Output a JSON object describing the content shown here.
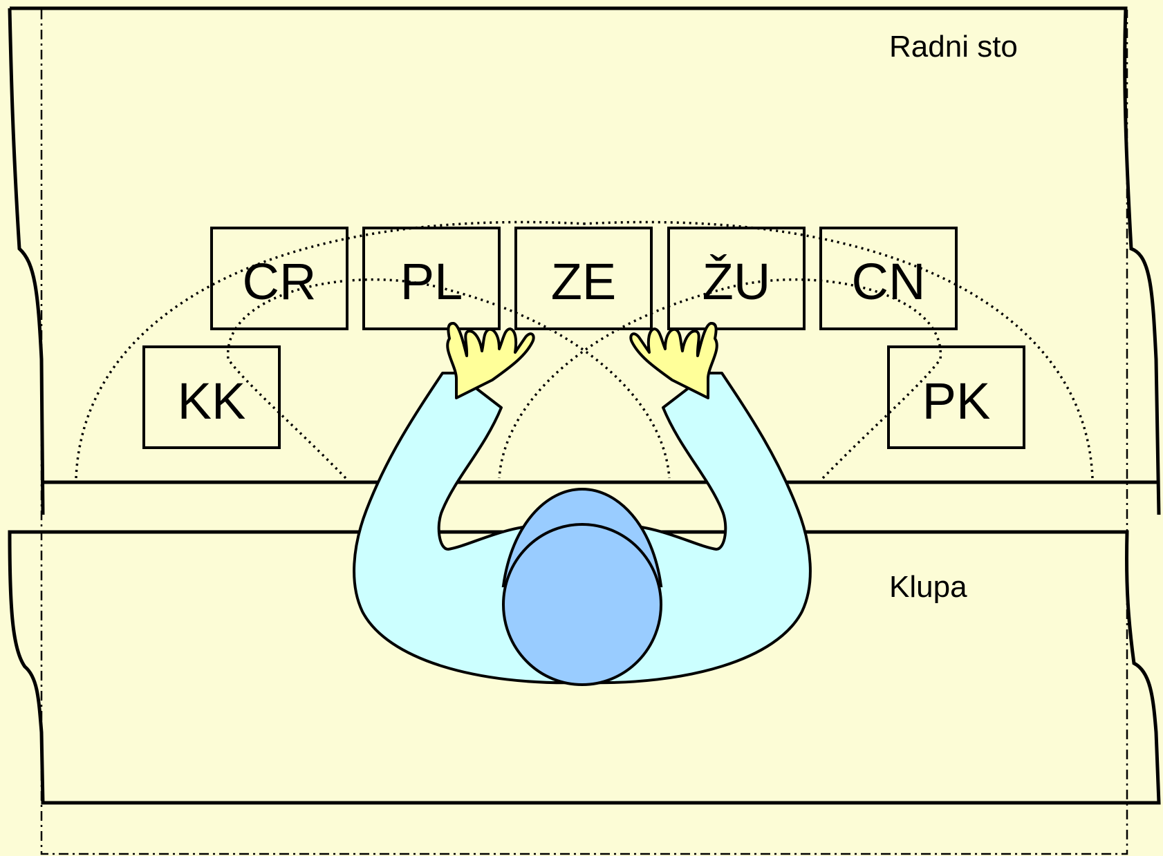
{
  "labels": {
    "desk": "Radni sto",
    "bench": "Klupa"
  },
  "bins": [
    {
      "id": "cr",
      "text": "CR"
    },
    {
      "id": "pl",
      "text": "PL"
    },
    {
      "id": "ze",
      "text": "ZE"
    },
    {
      "id": "zu",
      "text": "ŽU"
    },
    {
      "id": "cn",
      "text": "CN"
    },
    {
      "id": "kk",
      "text": "KK"
    },
    {
      "id": "pk",
      "text": "PK"
    }
  ],
  "colors": {
    "background": "#FCFCD6",
    "body": "#CCFFFF",
    "head": "#99CCFF",
    "hands": "#FFFF99",
    "outline": "#000000"
  },
  "icons": {
    "worker": "worker-top-view-icon",
    "hand": "hand-icon"
  }
}
